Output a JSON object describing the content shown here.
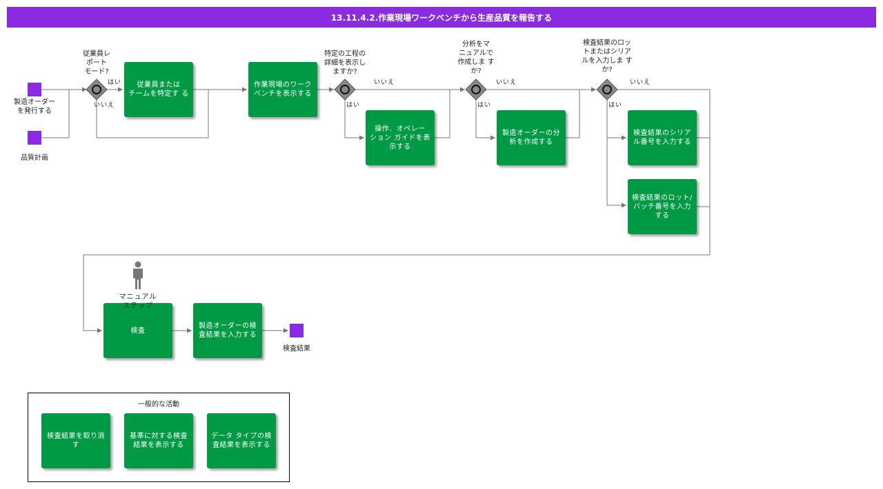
{
  "title": "13.11.4.2.作業現場ワークベンチから生産品質を報告する",
  "colors": {
    "title_bar": "#8a2be2",
    "task": "#009a44",
    "event": "#8a2be2",
    "gateway": "#888888",
    "line": "#777777"
  },
  "events": {
    "start_order": "製造オーダー\nを発行する",
    "start_quality": "品質計画",
    "end_result": "検査結果"
  },
  "gateways": {
    "g1": "従業員レ\nポート\nモード?",
    "g2": "特定の工程の\n詳細を表示し\nますか?",
    "g3": "分析をマ\nニュアルで\n作成しま す\nか?",
    "g4": "検査結果のロッ\nトまたはシリア\nルを入力しま す\nか?"
  },
  "branch_labels": {
    "yes": "はい",
    "no": "いいえ"
  },
  "tasks": {
    "identify_employee": "従業員または\nチームを特定す る",
    "show_workbench": "作業現場のワーク\nベンチを表示する",
    "show_operation_guide": "操作、オペレー\nション ガイドを表\n示する",
    "create_analysis": "製造オーダーの分\n析を作成する",
    "enter_serial": "検査結果のシリア\nル番号を入力する",
    "enter_lot": "検査結果のロット/\nバッチ番号を入力\nする",
    "inspect": "検査",
    "enter_result": "製造オーダーの検\n査結果を入力する"
  },
  "manual_step_label": "マニュアル\nステップ",
  "legend": {
    "title": "一般的な活動",
    "items": [
      "検査結果を取り消\nす",
      "基準に対する検査\n結果を表示する",
      "データ タイプの検\n査結果を表示する"
    ]
  }
}
